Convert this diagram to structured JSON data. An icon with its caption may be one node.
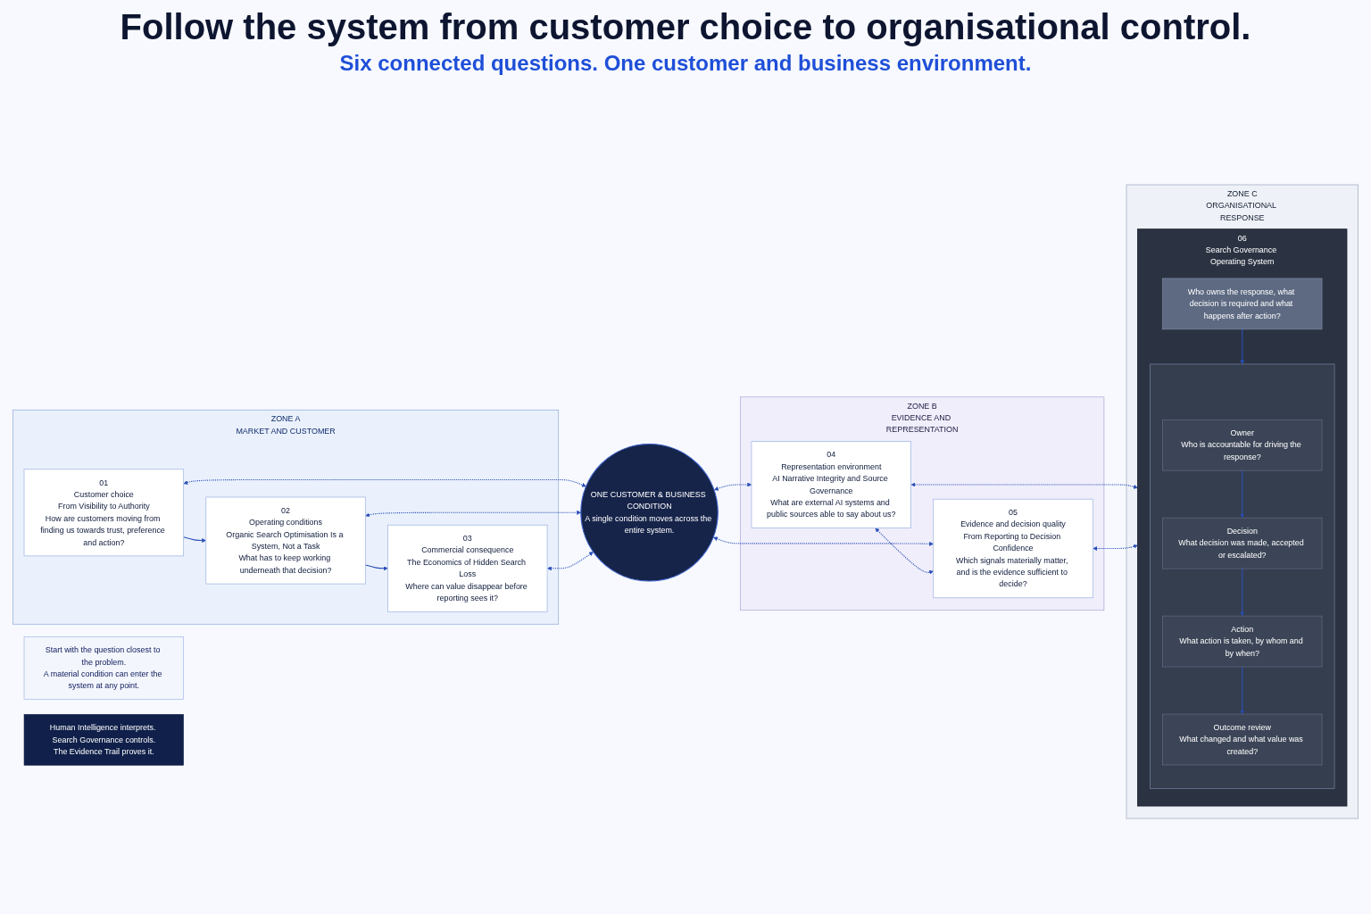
{
  "diagram": {
    "title": "Follow the system from customer choice to organisational control.",
    "nodes": [
      {
        "text": [
          "ZONE A",
          "MARKET AND CUSTOMER"
        ]
      },
      {
        "text": [
          "01",
          "Customer choice",
          "From Visibility to Authority",
          "How are customers moving from finding us towards trust, preference and action?"
        ],
        "in": 0
      },
      {
        "text": [
          "02",
          "Operating conditions",
          "Organic Search Optimisation Is a System, Not a Task",
          "What has to keep working underneath that decision?"
        ],
        "in": 0
      },
      {
        "text": [
          "03",
          "Commercial consequence",
          "The Economics of Hidden Search Loss",
          "Where can value disappear before reporting sees it?"
        ],
        "in": 0
      },
      {
        "text": [
          "ZONE B",
          "EVIDENCE AND REPRESENTATION"
        ]
      },
      {
        "text": [
          "04",
          "Representation environment",
          "AI Narrative Integrity and Source Governance",
          "What are external AI systems and public sources able to say about us?"
        ],
        "in": 4
      },
      {
        "text": [
          "05",
          "Evidence and decision quality",
          "From Reporting to Decision Confidence",
          "Which signals materially matter, and is the evidence sufficient to decide?"
        ],
        "in": 4
      },
      {
        "text": [
          "ZONE C",
          "ORGANISATIONAL RESPONSE"
        ]
      },
      {
        "text": [
          "06",
          "Search Governance Operating System"
        ],
        "in": 7
      },
      {
        "text": [
          "Who owns the response, what decision is required and what happens after action?"
        ],
        "in": 8
      },
      {
        "text": [],
        "shape": "box",
        "in": 8
      },
      {
        "text": [
          "Owner",
          "Who is accountable for driving the response?"
        ],
        "in": 10
      },
      {
        "text": [
          "Decision",
          "What decision was made, accepted or escalated?"
        ],
        "in": 10
      },
      {
        "text": [
          "Action",
          "What action is taken, by whom and by when?"
        ],
        "in": 10
      },
      {
        "text": [
          "Outcome review",
          "What changed and what value was created?"
        ],
        "in": 10
      },
      {
        "text": [
          "ONE CUSTOMER & BUSINESS CONDITION",
          "A single condition moves across the entire system."
        ]
      },
      {
        "text": [
          "Start with the question closest to the problem.",
          "A material condition can enter the system at any point."
        ]
      },
      {
        "text": [
          "Human Intelligence interprets. Search Governance controls.",
          "The Evidence Trail proves it."
        ]
      }
    ],
    "edges": [
      {
        "from": 1,
        "to": 2,
        "arrow": "to"
      },
      {
        "from": 2,
        "to": 3,
        "arrow": "to"
      },
      {
        "from": 1,
        "to": 15,
        "arrow": "both",
        "style": "dashed"
      },
      {
        "from": 2,
        "to": 15,
        "arrow": "both",
        "style": "dashed"
      },
      {
        "from": 3,
        "to": 15,
        "arrow": "both",
        "style": "dashed"
      },
      {
        "from": 15,
        "to": 5,
        "arrow": "both",
        "style": "dashed"
      },
      {
        "from": 15,
        "to": 6,
        "arrow": "both",
        "style": "dashed"
      },
      {
        "from": 5,
        "to": 6,
        "arrow": "both",
        "style": "dashed"
      },
      {
        "from": 5,
        "to": 8,
        "arrow": "both",
        "style": "dashed"
      },
      {
        "from": 6,
        "to": 8,
        "arrow": "both",
        "style": "dashed"
      },
      {
        "from": 9,
        "to": 10,
        "arrow": "to"
      },
      {
        "from": 11,
        "to": 12,
        "arrow": "to"
      },
      {
        "from": 12,
        "to": 13,
        "arrow": "to"
      },
      {
        "from": 13,
        "to": 14,
        "arrow": "to"
      }
    ],
    "labels": [
      "Six connected questions. One customer and business environment."
    ]
  }
}
